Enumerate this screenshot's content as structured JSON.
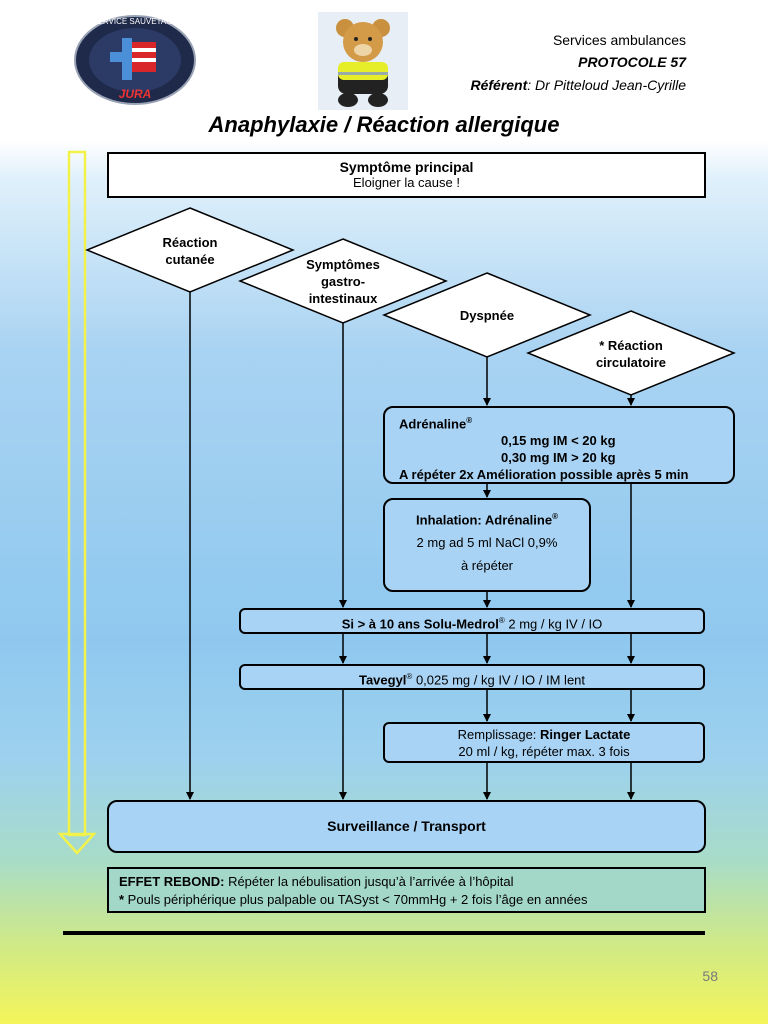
{
  "logo": {
    "text_top": "SERVICE SAUVETAGE",
    "text_bottom": "JURA"
  },
  "header": {
    "service": "Services ambulances",
    "protocol": "PROTOCOLE 57",
    "referent_label": "Référent",
    "referent_name": ": Dr Pitteloud Jean-Cyrille"
  },
  "title": "Anaphylaxie / Réaction allergique",
  "main_symptom": {
    "title": "Symptôme principal",
    "note": "Eloigner la cause !"
  },
  "diamonds": {
    "cutanee": [
      "Réaction",
      "cutanée"
    ],
    "gastro": [
      "Symptômes",
      "gastro-",
      "intestinaux"
    ],
    "dyspnee": [
      "Dyspnée"
    ],
    "circulatoire": [
      "* Réaction",
      "circulatoire"
    ]
  },
  "adrenaline": {
    "title": "Adrénaline",
    "reg": "®",
    "dose1": "0,15 mg  IM < 20 kg",
    "dose2": "0,30 mg IM > 20 kg",
    "repeat": "A répéter 2x  Amélioration possible après 5 min"
  },
  "inhalation": {
    "title_prefix": "Inhalation: ",
    "title_drug": "Adrénaline",
    "reg": "®",
    "dose": "2 mg ad 5 ml NaCl 0,9%",
    "repeat": "à répéter"
  },
  "solumedrol": {
    "bold": "Si > à 10 ans Solu-Medrol",
    "reg": "®",
    "rest": "  2 mg / kg  IV / IO"
  },
  "tavegyl": {
    "bold": "Tavegyl",
    "reg": "®",
    "rest": "  0,025 mg / kg  IV / IO / IM lent"
  },
  "remplissage": {
    "prefix": "Remplissage: ",
    "bold": "Ringer Lactate",
    "line2": "20 ml / kg, répéter max. 3 fois"
  },
  "surveillance": "Surveillance / Transport",
  "footer_note": {
    "bold": "EFFET REBOND:",
    "line1": " Répéter la nébulisation jusqu’à l’arrivée à l’hôpital",
    "star": "*",
    "line2": " Pouls périphérique plus palpable ou TASyst < 70mmHg + 2 fois l’âge en années"
  },
  "page_number": "58",
  "colors": {
    "yellow_arrow": "#f2f24a",
    "box_fill": "#a9d3f4"
  }
}
